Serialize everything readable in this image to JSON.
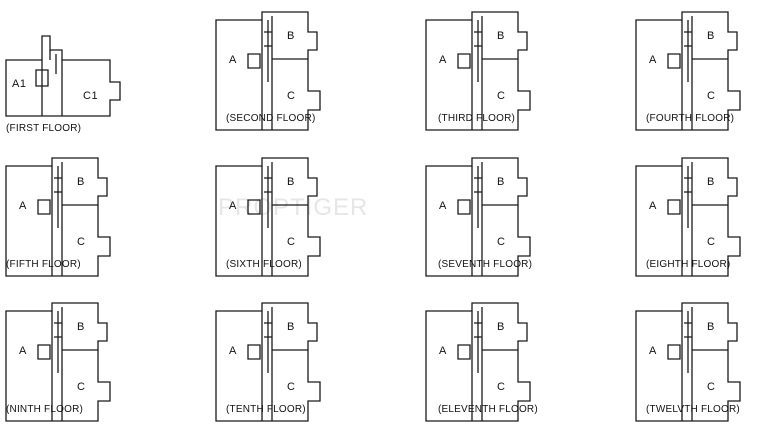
{
  "watermark": "PROPTIGER",
  "plans": [
    {
      "caption": "(FIRST FLOOR)",
      "rooms": [
        "A1",
        "C1"
      ]
    },
    {
      "caption": "(SECOND FLOOR)",
      "rooms": [
        "A",
        "B",
        "C"
      ]
    },
    {
      "caption": "(THIRD FLOOR)",
      "rooms": [
        "A",
        "B",
        "C"
      ]
    },
    {
      "caption": "(FOURTH FLOOR)",
      "rooms": [
        "A",
        "B",
        "C"
      ]
    },
    {
      "caption": "(FIFTH FLOOR)",
      "rooms": [
        "A",
        "B",
        "C"
      ]
    },
    {
      "caption": "(SIXTH FLOOR)",
      "rooms": [
        "A",
        "B",
        "C"
      ]
    },
    {
      "caption": "(SEVENTH FLOOR)",
      "rooms": [
        "A",
        "B",
        "C"
      ]
    },
    {
      "caption": "(EIGHTH FLOOR)",
      "rooms": [
        "A",
        "B",
        "C"
      ]
    },
    {
      "caption": "(NINTH FLOOR)",
      "rooms": [
        "A",
        "B",
        "C"
      ]
    },
    {
      "caption": "(TENTH FLOOR)",
      "rooms": [
        "A",
        "B",
        "C"
      ]
    },
    {
      "caption": "(ELEVENTH FLOOR)",
      "rooms": [
        "A",
        "B",
        "C"
      ]
    },
    {
      "caption": "(TWELVTH FLOOR)",
      "rooms": [
        "A",
        "B",
        "C"
      ]
    }
  ]
}
